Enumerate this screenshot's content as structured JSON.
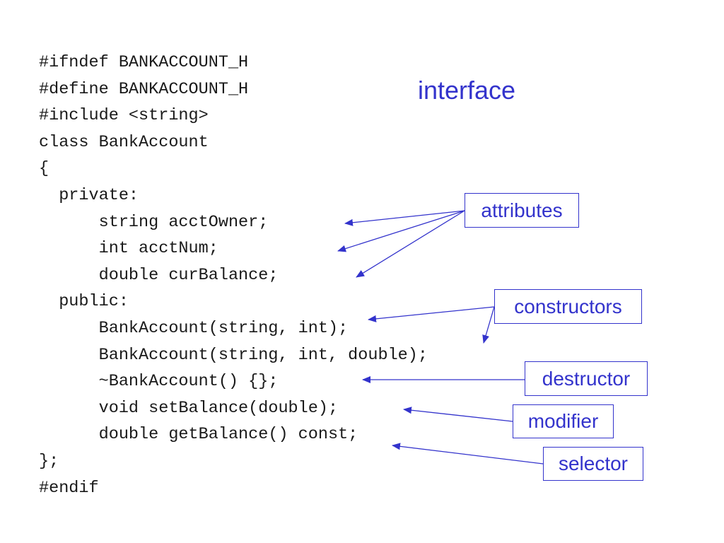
{
  "code_lines": [
    "#ifndef BANKACCOUNT_H",
    "#define BANKACCOUNT_H",
    "#include <string>",
    "class BankAccount",
    "{",
    "  private:",
    "      string acctOwner;",
    "      int acctNum;",
    "      double curBalance;",
    "  public:",
    "      BankAccount(string, int);",
    "      BankAccount(string, int, double);",
    "      ~BankAccount() {};",
    "      void setBalance(double);",
    "      double getBalance() const;",
    "};",
    "#endif"
  ],
  "title": "interface",
  "labels": {
    "attributes": "attributes",
    "constructors": "constructors",
    "destructor": "destructor",
    "modifier": "modifier",
    "selector": "selector"
  },
  "colors": {
    "accent": "#3333cc",
    "code_text": "#1a1a1a",
    "background": "#ffffff"
  }
}
